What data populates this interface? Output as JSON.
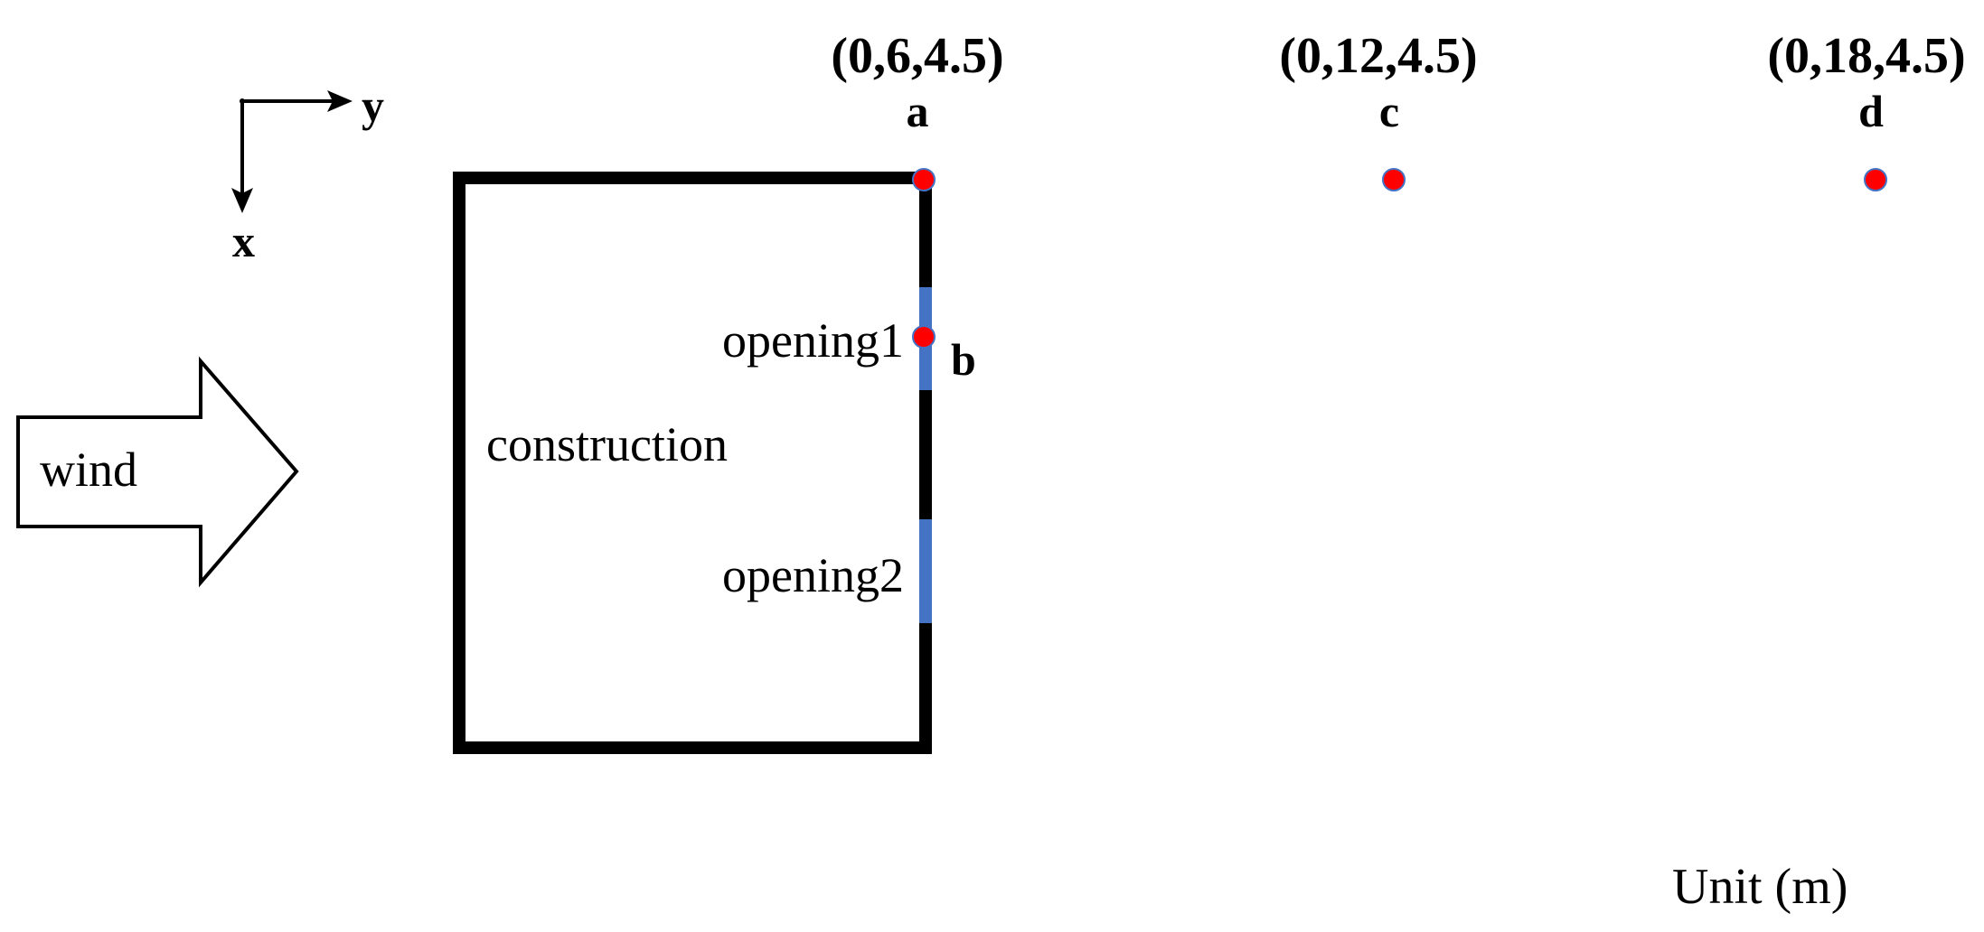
{
  "axes": {
    "y_label": "y",
    "x_label": "x"
  },
  "wind": {
    "label": "wind"
  },
  "construction": {
    "label": "construction"
  },
  "openings": [
    {
      "label": "opening1"
    },
    {
      "label": "opening2"
    }
  ],
  "points": {
    "a": {
      "letter": "a",
      "coord": "(0,6,4.5)"
    },
    "b": {
      "letter": "b"
    },
    "c": {
      "letter": "c",
      "coord": "(0,12,4.5)"
    },
    "d": {
      "letter": "d",
      "coord": "(0,18,4.5)"
    }
  },
  "unit": {
    "label": "Unit (m)"
  },
  "colors": {
    "wall": "#000000",
    "opening": "#4472c4",
    "point_fill": "#ff0000",
    "point_stroke": "#4472c4"
  }
}
